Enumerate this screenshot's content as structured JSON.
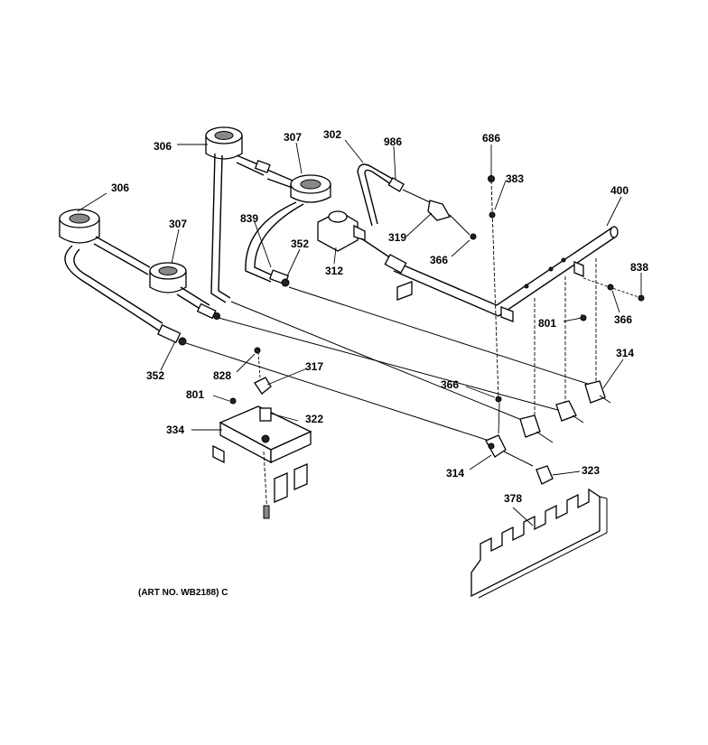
{
  "art_number": "(ART NO. WB2188) C",
  "callouts": {
    "c302": "302",
    "c306a": "306",
    "c306b": "306",
    "c307a": "307",
    "c307b": "307",
    "c312": "312",
    "c314a": "314",
    "c314b": "314",
    "c317": "317",
    "c319": "319",
    "c322": "322",
    "c323": "323",
    "c334": "334",
    "c352a": "352",
    "c352b": "352",
    "c366a": "366",
    "c366b": "366",
    "c366c": "366",
    "c378": "378",
    "c383": "383",
    "c400": "400",
    "c686": "686",
    "c801a": "801",
    "c801b": "801",
    "c828": "828",
    "c838": "838",
    "c839": "839",
    "c986": "986"
  }
}
